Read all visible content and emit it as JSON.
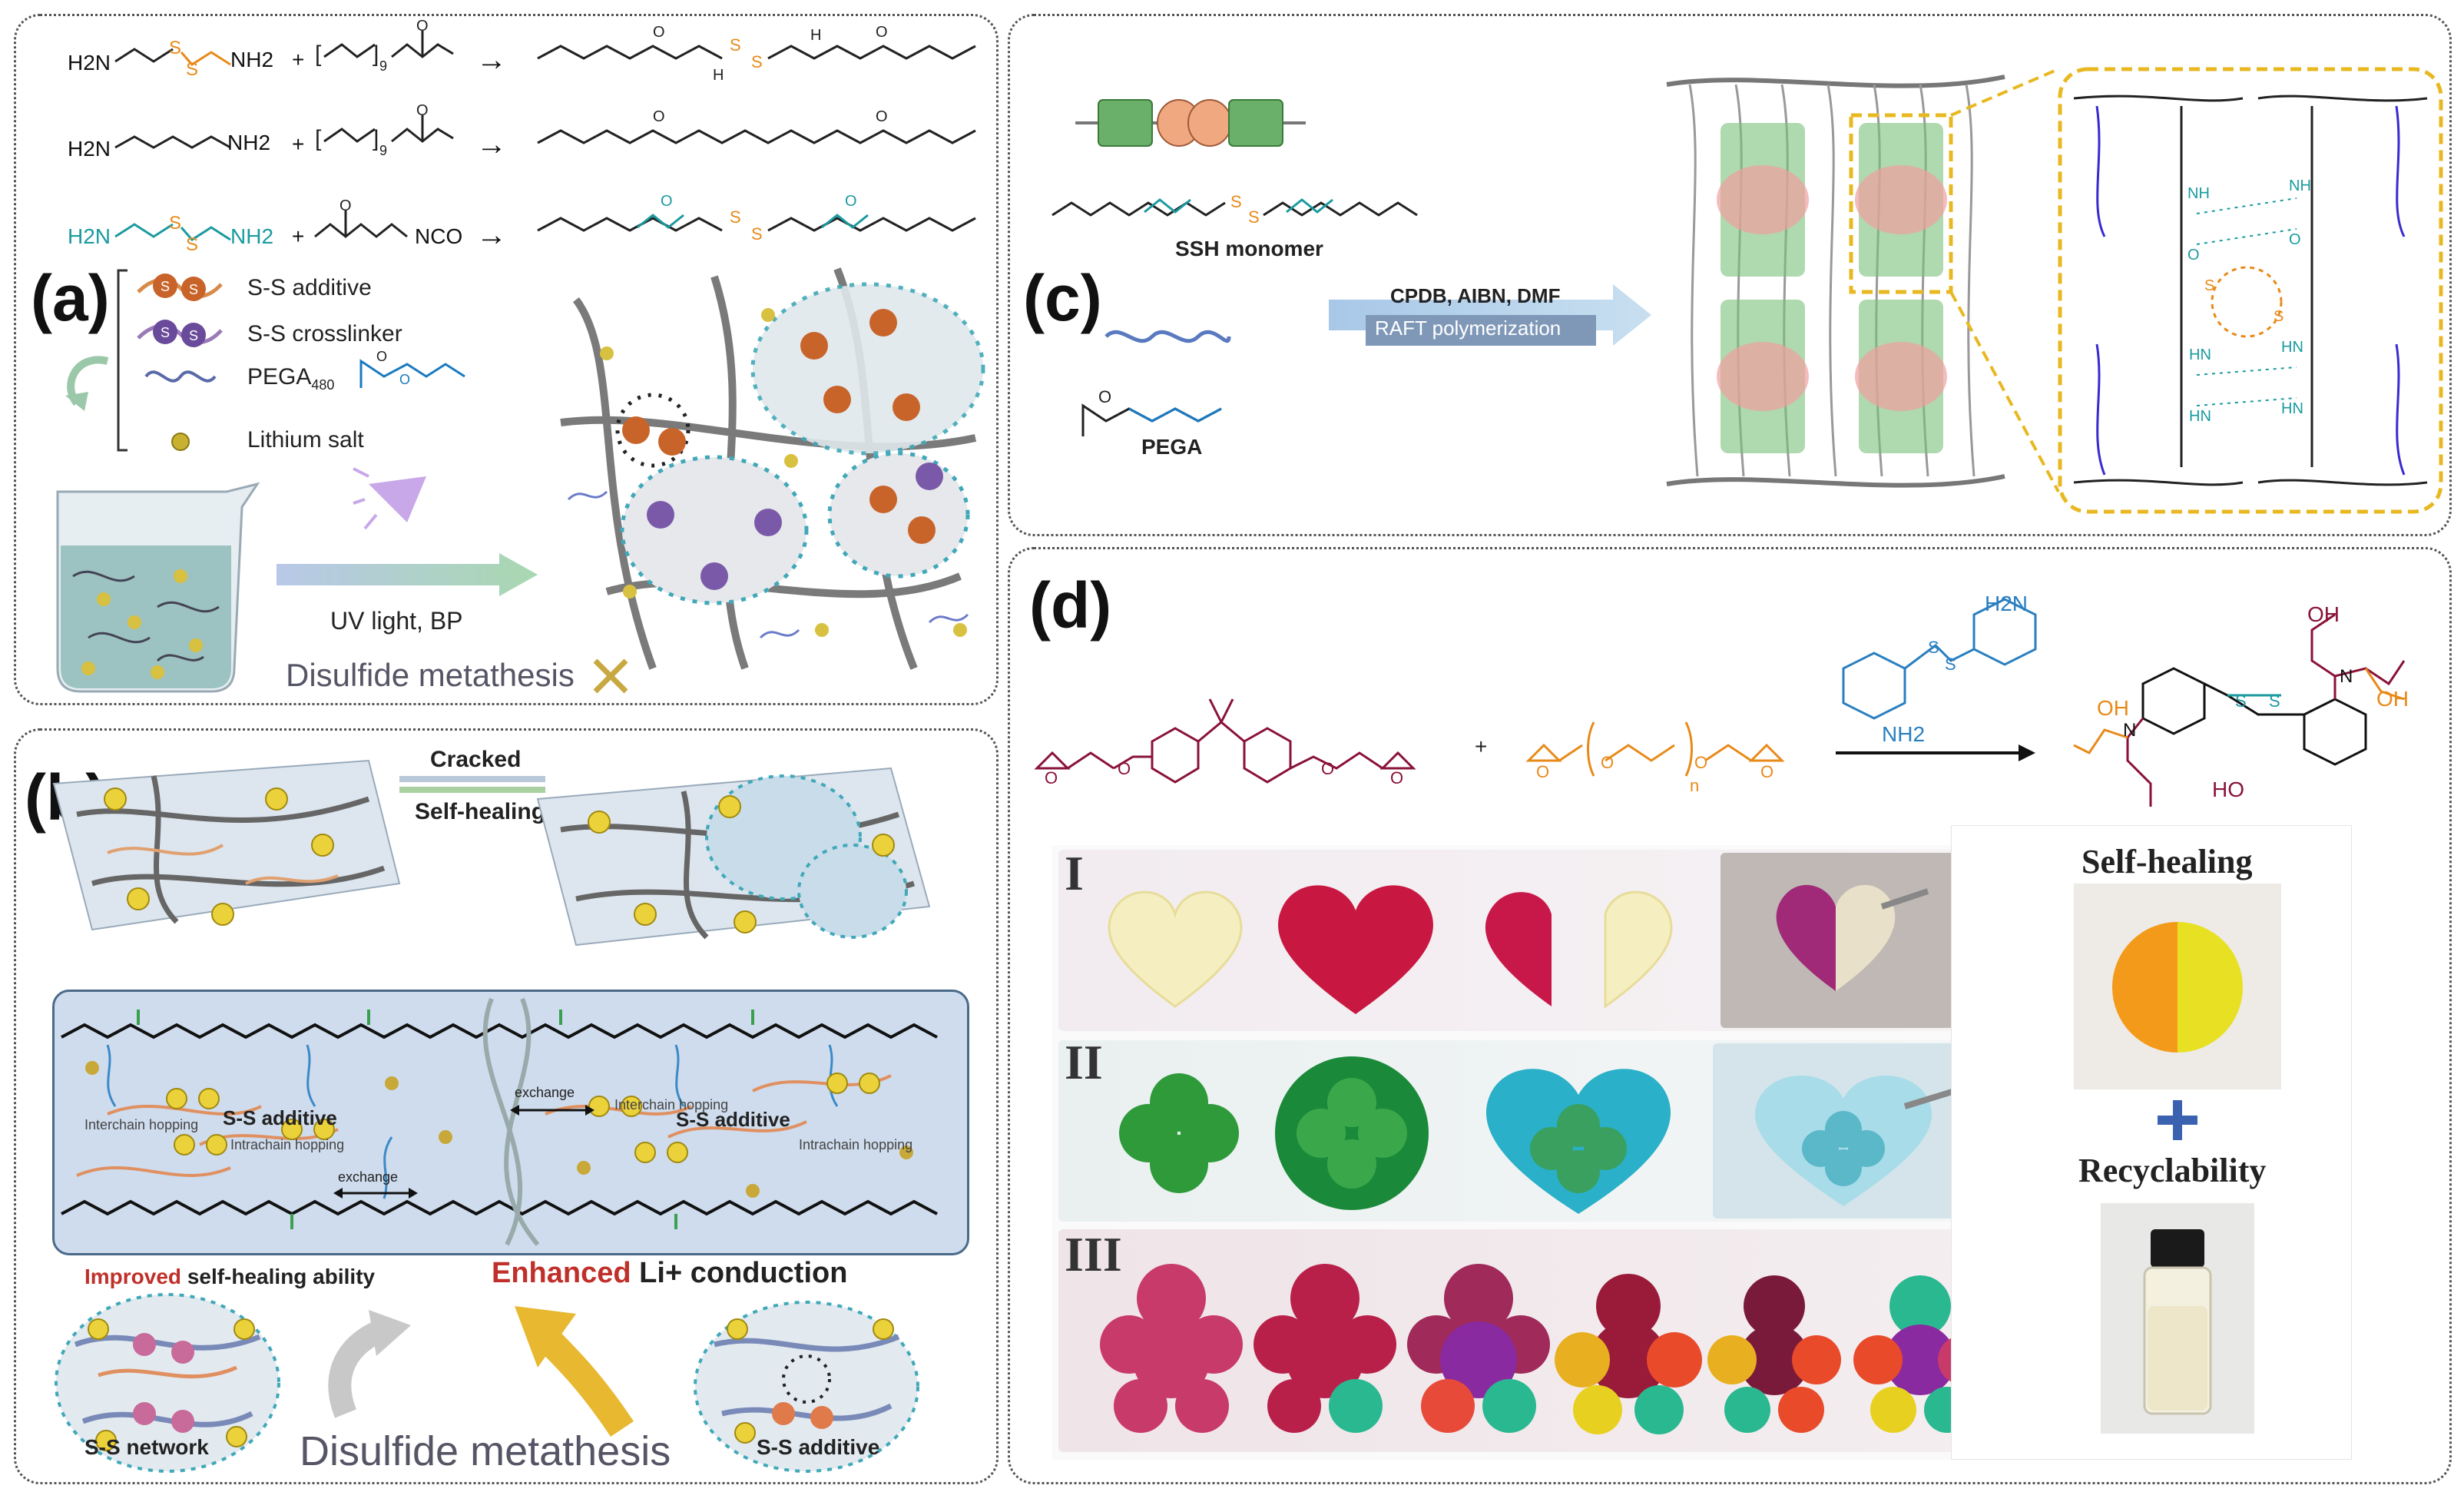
{
  "panel_a": {
    "label": "(a)",
    "reactions": [
      {
        "r1": "H2N",
        "r1b": "NH2",
        "plus": "+",
        "arrow": "→"
      },
      {
        "r1": "H2N",
        "r1b": "NH2",
        "plus": "+",
        "arrow": "→"
      },
      {
        "r1": "H2N",
        "r1b": "NH2",
        "plus": "+",
        "r2": "NCO",
        "arrow": "→"
      }
    ],
    "subscript_9": "9",
    "legend": [
      "S-S additive",
      "S-S crosslinker",
      "PEGA480",
      "Lithium salt"
    ],
    "legend_sub": "480",
    "uv_label": "UV light, BP",
    "metathesis_label": "Disulfide metathesis",
    "s_atom": "S"
  },
  "panel_b": {
    "label": "(b)",
    "cracked": "Cracked",
    "self_healing": "Self-healing",
    "li": "Li+",
    "ss_additive": "S-S additive",
    "interchain": "Interchain hopping",
    "intrachain": "Intrachain hopping",
    "exchange": "exchange",
    "improved_word": "Improved",
    "improved_rest": "self-healing ability",
    "enhanced_word": "Enhanced",
    "enhanced_rest": "Li+ conduction",
    "ss_network": "S-S network",
    "metathesis": "Disulfide metathesis",
    "ss_additive_bottom": "S-S additive"
  },
  "panel_c": {
    "label": "(c)",
    "ssh_monomer": "SSH monomer",
    "conditions": "CPDB, AIBN, DMF",
    "method": "RAFT polymerization",
    "pega": "PEGA"
  },
  "panel_d": {
    "label": "(d)",
    "plus": "+",
    "nh2": "H2N",
    "nh2b": "NH2",
    "oh": "OH",
    "ho": "HO",
    "n_sub": "n",
    "rows": [
      "I",
      "II",
      "III"
    ],
    "self_healing": "Self-healing",
    "recyclability": "Recyclability"
  },
  "colors": {
    "orange": "#e88a1a",
    "teal": "#1a9aa0",
    "maroon": "#8a1238",
    "blue_chem": "#2a7fc0",
    "purple": "#3a2ad0",
    "gold": "#e8b820",
    "arrow_blue": "#8fb4d8"
  }
}
